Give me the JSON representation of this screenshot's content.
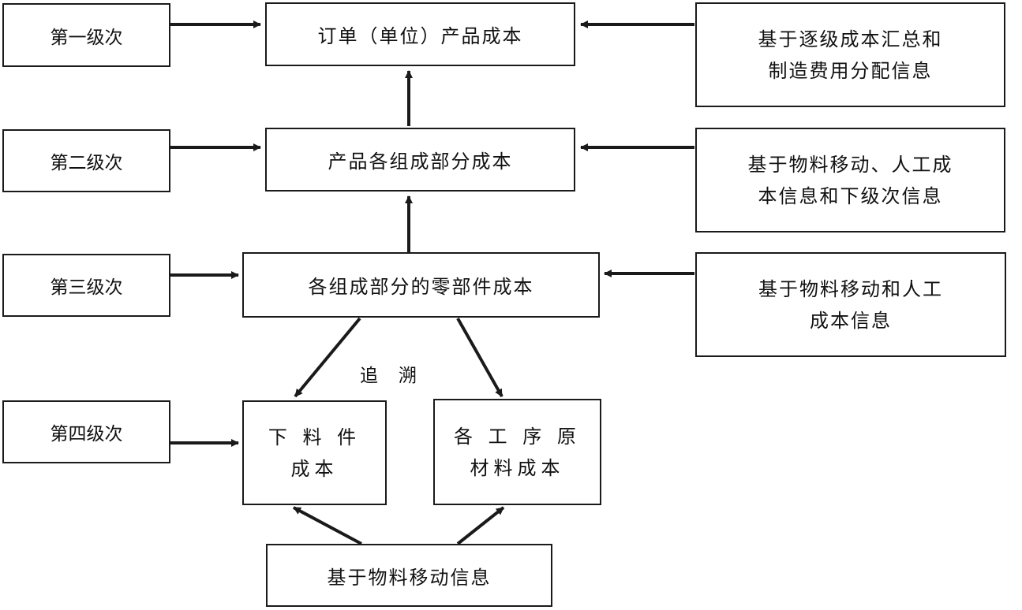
{
  "levels": [
    "第一级次",
    "第二级次",
    "第三级次",
    "第四级次"
  ],
  "costs": {
    "order_product": "订单（单位）产品成本",
    "product_components": "产品各组成部分成本",
    "component_parts": "各组成部分的零部件成本",
    "blank_parts": [
      "下 料 件",
      "成本"
    ],
    "process_materials": [
      "各 工 序 原",
      "材料成本"
    ]
  },
  "info_sources": {
    "level1": [
      "基于逐级成本汇总和",
      "制造费用分配信息"
    ],
    "level2": [
      "基于物料移动、人工成",
      "本信息和下级次信息"
    ],
    "level3": [
      "基于物料移动和人工",
      "成本信息"
    ],
    "bottom": "基于物料移动信息"
  },
  "trace_label": "追溯",
  "colors": {
    "line": "#1a1a1a",
    "background": "#ffffff"
  }
}
